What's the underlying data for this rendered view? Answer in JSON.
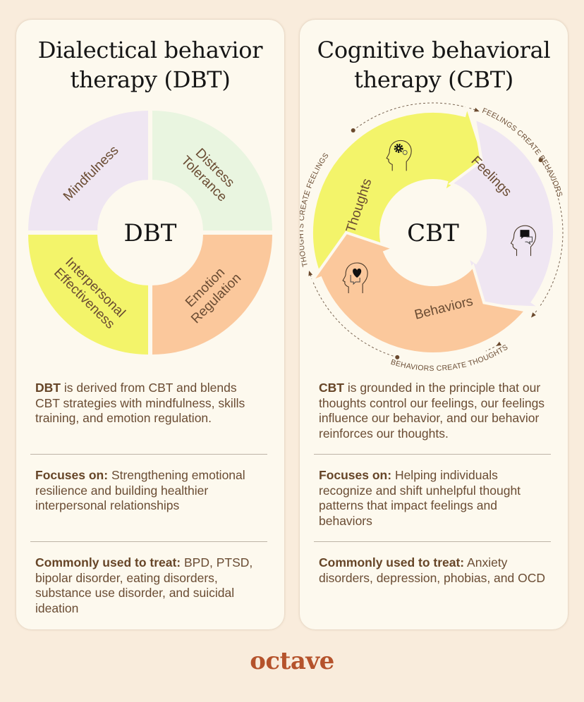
{
  "dbt": {
    "title_line1": "Dialectical behavior",
    "title_line2": "therapy (DBT)",
    "center_label": "DBT",
    "segments": [
      {
        "label_lines": [
          "Mindfulness"
        ],
        "color": "#efe6f2"
      },
      {
        "label_lines": [
          "Distress",
          "Tolerance"
        ],
        "color": "#e9f5e0"
      },
      {
        "label_lines": [
          "Interpersonal",
          "Effectiveness"
        ],
        "color": "#f3f46a"
      },
      {
        "label_lines": [
          "Emotion",
          "Regulation"
        ],
        "color": "#fbc89c"
      }
    ],
    "description_bold": "DBT",
    "description_rest": " is derived from CBT and blends CBT strategies with mindfulness, skills training, and emotion regulation.",
    "focuses_label": "Focuses on:",
    "focuses_text": " Strengthening emotional resilience and building healthier interpersonal relationships",
    "treat_label": "Commonly used to treat:",
    "treat_text": " BPD, PTSD, bipolar disorder, eating disorders, substance use disorder, and suicidal ideation"
  },
  "cbt": {
    "title_line1": "Cognitive behavioral",
    "title_line2": "therapy (CBT)",
    "center_label": "CBT",
    "segments": [
      {
        "label": "Thoughts",
        "color": "#f3f46a",
        "icon": "head-gears-icon"
      },
      {
        "label": "Feelings",
        "color": "#efe6f2",
        "icon": "head-speech-bubbles-icon"
      },
      {
        "label": "Behaviors",
        "color": "#fbc89c",
        "icon": "head-heart-icon"
      }
    ],
    "cycle_labels": {
      "thoughts_to_feelings": "THOUGHTS CREATE FEELINGS",
      "feelings_to_behaviors": "FEELINGS CREATE BEHAVIORS",
      "behaviors_to_thoughts": "BEHAVIORS CREATE THOUGHTS"
    },
    "description_bold": "CBT",
    "description_rest": " is grounded in the principle that our thoughts control our feelings, our feelings influence our behavior, and our behavior reinforces our thoughts.",
    "focuses_label": "Focuses on:",
    "focuses_text": " Helping individuals recognize and shift unhelpful thought patterns that impact feelings and behaviors",
    "treat_label": "Commonly used to treat:",
    "treat_text": " Anxiety disorders, depression, phobias, and OCD"
  },
  "brand": {
    "logo_text": "octave",
    "color": "#b5532c"
  },
  "colors": {
    "text_brown": "#6a4c33",
    "background": "#f9ecdc",
    "card": "#fdf9ee"
  }
}
